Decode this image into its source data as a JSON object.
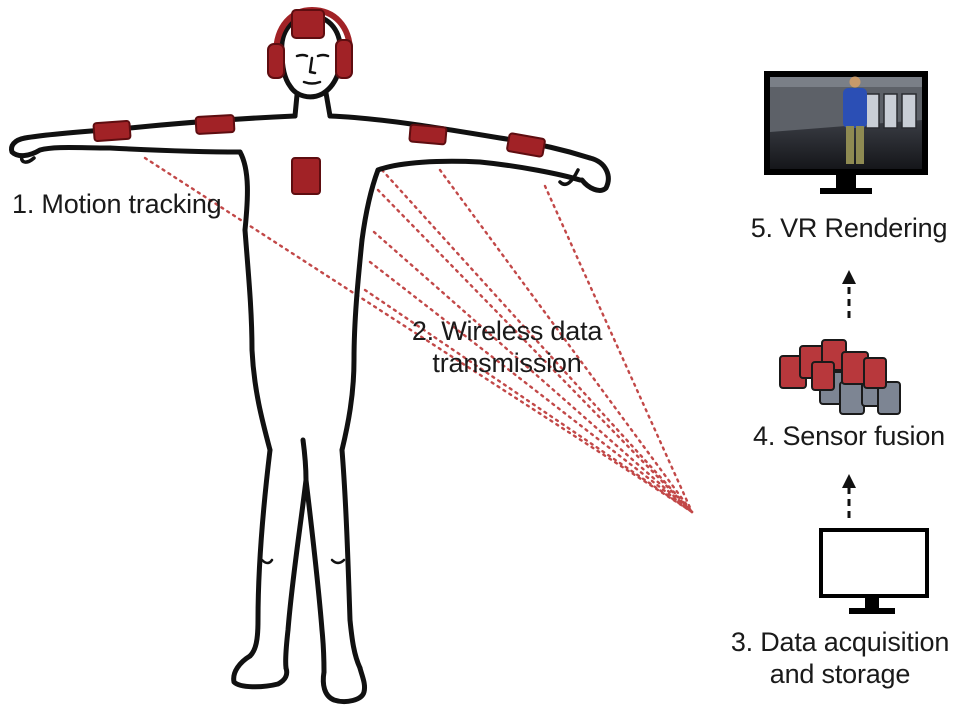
{
  "steps": {
    "motion_tracking": "1. Motion tracking",
    "wireless_line1": "2. Wireless data",
    "wireless_line2": "transmission",
    "acquisition_line1": "3. Data acquisition",
    "acquisition_line2": "and storage",
    "sensor_fusion": "4. Sensor fusion",
    "vr_rendering": "5. VR Rendering"
  },
  "colors": {
    "sensor": "#a12226",
    "sensor_edge": "#5e0d10",
    "transmission_dots": "#c24848",
    "fusion_gray": "#7d8593",
    "outline": "#111111"
  },
  "icons": {
    "figure": "human-figure-icon",
    "monitor_empty": "monitor-icon",
    "monitor_vr": "vr-monitor-icon",
    "fusion": "sensor-fusion-icon",
    "arrow": "dashed-arrow-up-icon"
  }
}
